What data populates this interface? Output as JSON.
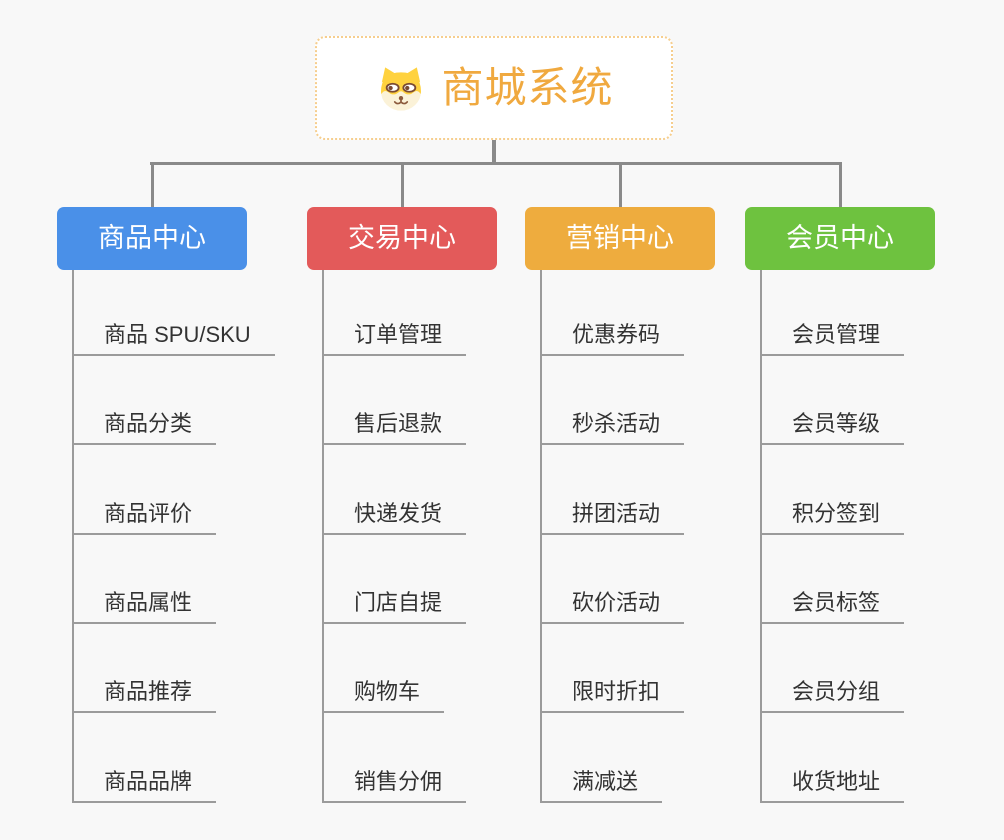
{
  "page": {
    "background_color": "#F8F8F8",
    "connector_color": "#8A8A8A"
  },
  "root": {
    "title": "商城系统",
    "icon": "shiba-dog-icon",
    "title_color": "#F0A93F",
    "border_color": "#F6CE8E"
  },
  "branches": [
    {
      "label": "商品中心",
      "color": "#4A90E8",
      "children": [
        "商品 SPU/SKU",
        "商品分类",
        "商品评价",
        "商品属性",
        "商品推荐",
        "商品品牌"
      ]
    },
    {
      "label": "交易中心",
      "color": "#E35A5A",
      "children": [
        "订单管理",
        "售后退款",
        "快递发货",
        "门店自提",
        "购物车",
        "销售分佣"
      ]
    },
    {
      "label": "营销中心",
      "color": "#EEAC3E",
      "children": [
        "优惠券码",
        "秒杀活动",
        "拼团活动",
        "砍价活动",
        "限时折扣",
        "满减送"
      ]
    },
    {
      "label": "会员中心",
      "color": "#6EC23F",
      "children": [
        "会员管理",
        "会员等级",
        "积分签到",
        "会员标签",
        "会员分组",
        "收货地址"
      ]
    }
  ]
}
